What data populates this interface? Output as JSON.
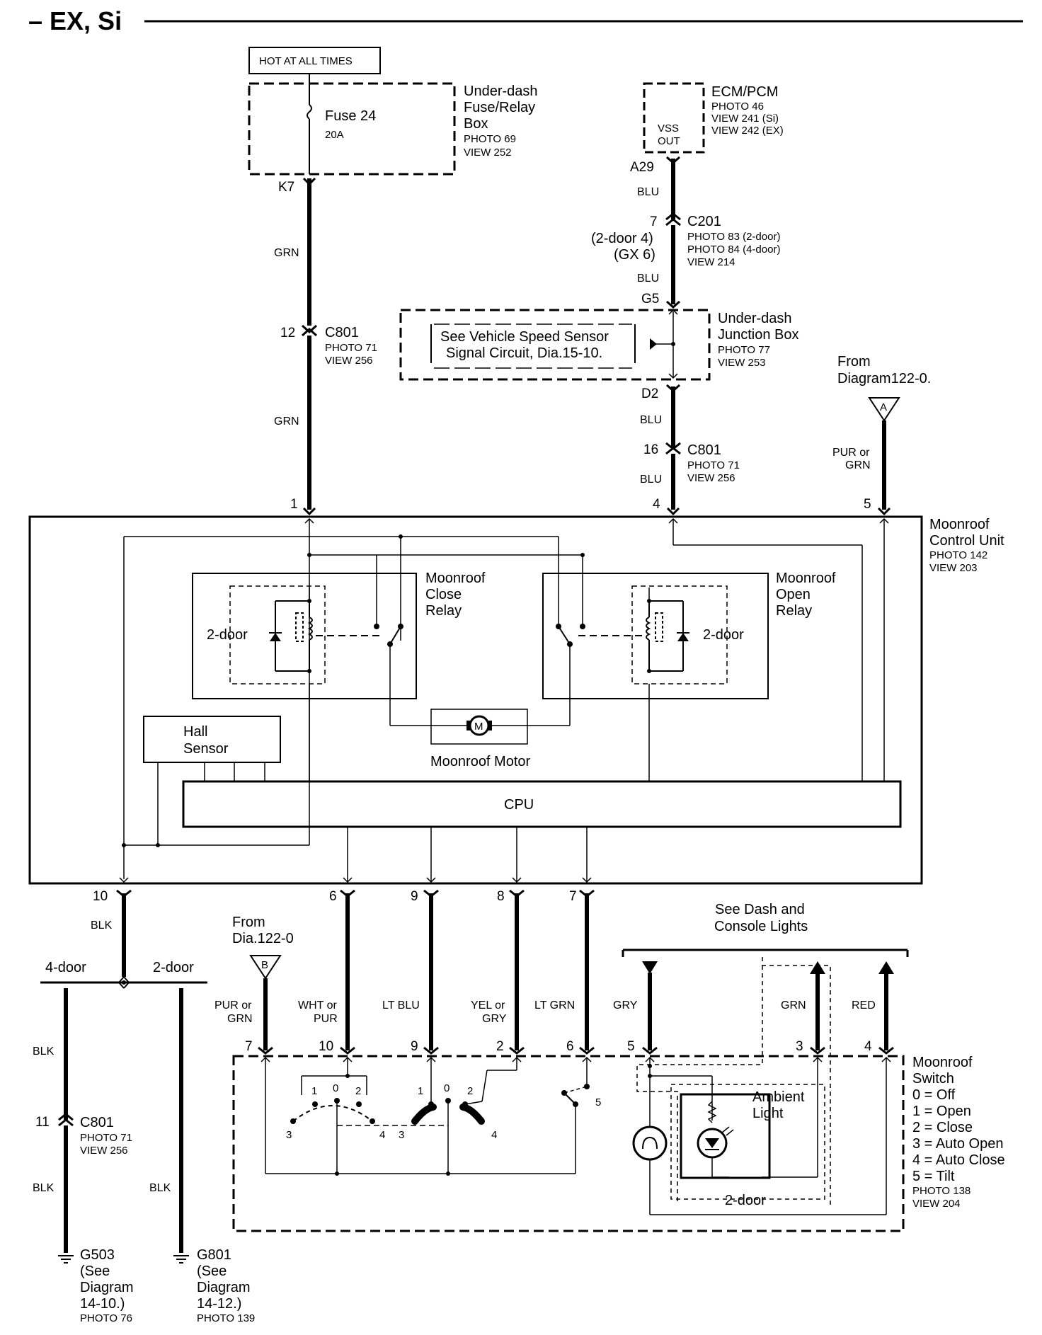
{
  "header": {
    "title": "– EX, Si"
  },
  "fuse_box": {
    "hot_label": "HOT AT ALL TIMES",
    "fuse_name": "Fuse 24",
    "fuse_amp": "20A",
    "box_name": [
      "Under-dash",
      "Fuse/Relay",
      "Box"
    ],
    "box_refs": [
      "PHOTO 69",
      "VIEW 252"
    ],
    "terminal": "K7"
  },
  "ecm": {
    "name": "ECM/PCM",
    "refs": [
      "PHOTO 46",
      "VIEW 241 (Si)",
      "VIEW 242 (EX)"
    ],
    "pin_label": [
      "VSS",
      "OUT"
    ],
    "terminal": "A29"
  },
  "c201": {
    "pin": "7",
    "name": "C201",
    "variants": [
      "(2-door 4)",
      "(GX 6)"
    ],
    "refs": [
      "PHOTO 83 (2-door)",
      "PHOTO 84 (4-door)",
      "VIEW 214"
    ]
  },
  "junction_box": {
    "see_text": [
      "See Vehicle Speed Sensor",
      "Signal Circuit, Dia.15-10."
    ],
    "name": [
      "Under-dash",
      "Junction Box"
    ],
    "refs": [
      "PHOTO 77",
      "VIEW 253"
    ],
    "in_terminal": "G5",
    "out_terminal": "D2"
  },
  "c801_top_left": {
    "pin": "12",
    "name": "C801",
    "refs": [
      "PHOTO 71",
      "VIEW 256"
    ]
  },
  "c801_top_right": {
    "pin": "16",
    "name": "C801",
    "refs": [
      "PHOTO 71",
      "VIEW 256"
    ]
  },
  "from_a": {
    "text": [
      "From",
      "Diagram122-0."
    ],
    "flag": "A"
  },
  "wire_colors": {
    "grn": "GRN",
    "blu": "BLU",
    "pur_or": "PUR or",
    "grn2": "GRN",
    "blk": "BLK",
    "wht_or": "WHT or",
    "pur": "PUR",
    "lt_blu": "LT BLU",
    "yel_or": "YEL or",
    "gry_small": "GRY",
    "lt_grn": "LT GRN",
    "gry": "GRY",
    "red": "RED"
  },
  "control_unit": {
    "name": [
      "Moonroof",
      "Control Unit"
    ],
    "refs": [
      "PHOTO 142",
      "VIEW 203"
    ],
    "top_pins": [
      "1",
      "4",
      "5"
    ],
    "close_relay": [
      "Moonroof",
      "Close",
      "Relay"
    ],
    "open_relay": [
      "Moonroof",
      "Open",
      "Relay"
    ],
    "two_door": "2-door",
    "hall": [
      "Hall",
      "Sensor"
    ],
    "motor": "Moonroof Motor",
    "motor_symbol": "M",
    "cpu": "CPU",
    "bottom_pins": [
      "10",
      "6",
      "9",
      "8",
      "7"
    ]
  },
  "ground": {
    "four_door": "4-door",
    "two_door": "2-door",
    "c801": {
      "pin": "11",
      "name": "C801",
      "refs": [
        "PHOTO 71",
        "VIEW 256"
      ]
    },
    "g503": [
      "G503",
      "(See",
      "Diagram",
      "14-10.)",
      "PHOTO 76"
    ],
    "g801": [
      "G801",
      "(See",
      "Diagram",
      "14-12.)",
      "PHOTO 139"
    ]
  },
  "from_b": {
    "text": [
      "From",
      "Dia.122-0"
    ],
    "flag": "B"
  },
  "dash_lights": [
    "See Dash and",
    "Console Lights"
  ],
  "switch": {
    "pins": [
      "7",
      "10",
      "9",
      "2",
      "6",
      "5",
      "3",
      "4"
    ],
    "name": [
      "Moonroof",
      "Switch"
    ],
    "legend": [
      "0 = Off",
      "1 = Open",
      "2 = Close",
      "3 = Auto Open",
      "4 = Auto Close",
      "5 = Tilt"
    ],
    "refs": [
      "PHOTO 138",
      "VIEW 204"
    ],
    "positions": [
      "1",
      "0",
      "2",
      "3",
      "4"
    ],
    "tilt_pos": "5",
    "ambient": [
      "Ambient",
      "Light"
    ],
    "two_door": "2-door"
  }
}
